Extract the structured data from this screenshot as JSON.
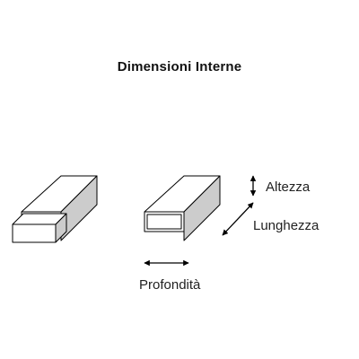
{
  "title": "Dimensioni Interne",
  "labels": {
    "height": "Altezza",
    "length": "Lunghezza",
    "depth": "Profondità"
  },
  "colors": {
    "stroke": "#000000",
    "side_face": "#cccccc",
    "face": "#ffffff"
  }
}
